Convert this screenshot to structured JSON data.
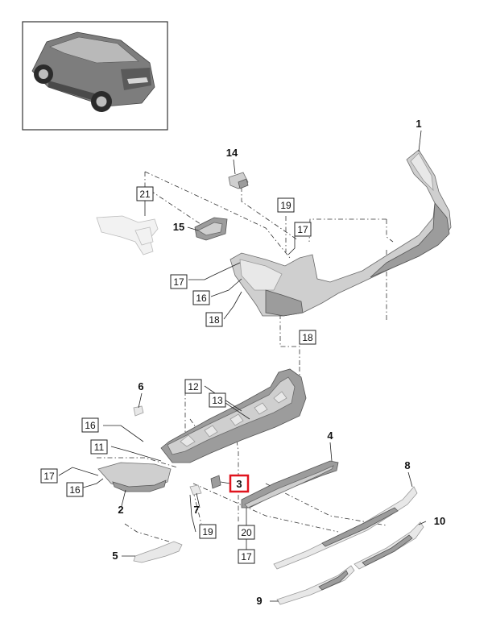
{
  "callouts": {
    "c1": "1",
    "c2": "2",
    "c3": "3",
    "c4": "4",
    "c5": "5",
    "c6": "6",
    "c7": "7",
    "c8": "8",
    "c9": "9",
    "c10": "10",
    "c11": "11",
    "c12": "12",
    "c13": "13",
    "c14": "14",
    "c15": "15",
    "c16a": "16",
    "c16b": "16",
    "c16c": "16",
    "c17a": "17",
    "c17b": "17",
    "c17c": "17",
    "c17d": "17",
    "c18a": "18",
    "c18b": "18",
    "c19a": "19",
    "c19b": "19",
    "c20": "20",
    "c21": "21"
  },
  "highlight": {
    "part": "3",
    "color": "#e0141e"
  }
}
